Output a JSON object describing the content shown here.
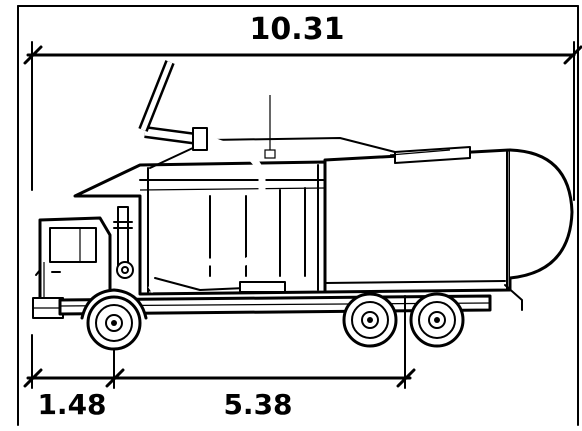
{
  "diagram": {
    "dimensions": {
      "overall_length": "10.31",
      "front_overhang": "1.48",
      "wheelbase": "5.38"
    }
  }
}
